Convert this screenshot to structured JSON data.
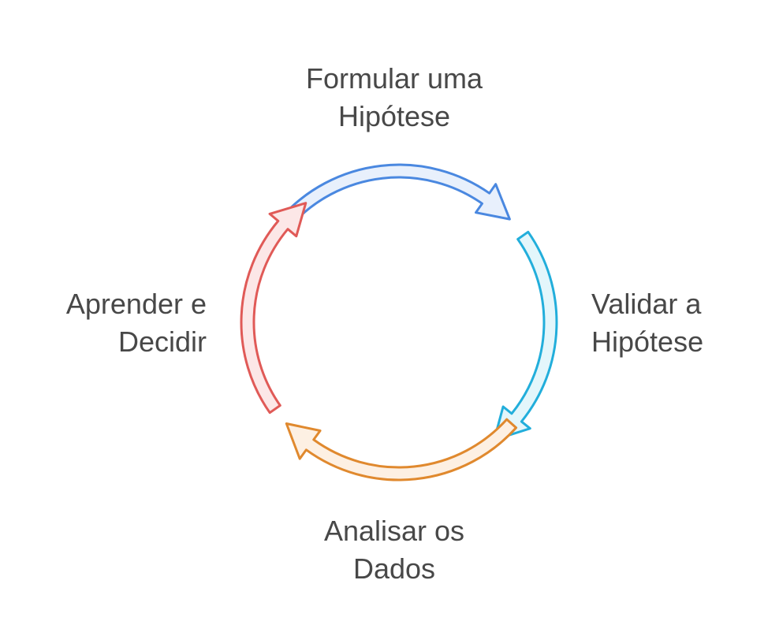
{
  "steps": [
    {
      "id": "formular",
      "lines": [
        "Formular uma",
        "Hipótese"
      ],
      "stroke": "#4a88e0",
      "fill": "#e8f0fc"
    },
    {
      "id": "validar",
      "lines": [
        "Validar a",
        "Hipótese"
      ],
      "stroke": "#22aedb",
      "fill": "#e3f6fb"
    },
    {
      "id": "analisar",
      "lines": [
        "Analisar os",
        "Dados"
      ],
      "stroke": "#e0892e",
      "fill": "#fdf0e3"
    },
    {
      "id": "aprender",
      "lines": [
        "Aprender e",
        "Decidir"
      ],
      "stroke": "#e05a57",
      "fill": "#fce7e7"
    }
  ],
  "colors": {
    "label_text": "#484848",
    "background": "#ffffff"
  }
}
